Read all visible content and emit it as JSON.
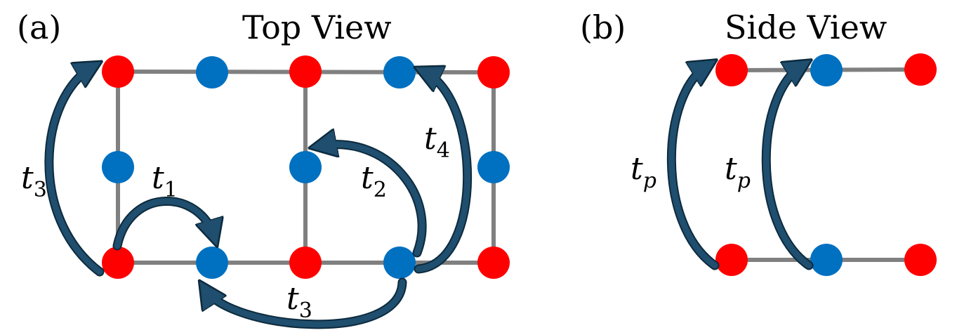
{
  "panel_a": {
    "tag": "(a)",
    "title": "Top View",
    "hoppings": {
      "t1": {
        "symbol": "t",
        "sub": "1"
      },
      "t2": {
        "symbol": "t",
        "sub": "2"
      },
      "t3_left": {
        "symbol": "t",
        "sub": "3"
      },
      "t3_bottom": {
        "symbol": "t",
        "sub": "3"
      },
      "t4": {
        "symbol": "t",
        "sub": "4"
      }
    }
  },
  "panel_b": {
    "tag": "(b)",
    "title": "Side View",
    "hoppings": {
      "tp_left": {
        "symbol": "t",
        "sub": "p"
      },
      "tp_right": {
        "symbol": "t",
        "sub": "p"
      }
    }
  },
  "colors": {
    "site_a": "#ff0000",
    "site_b": "#0070c0",
    "bond": "#808080",
    "arrow_fill": "#1f4e6e",
    "arrow_stroke": "#0d2a3d"
  }
}
